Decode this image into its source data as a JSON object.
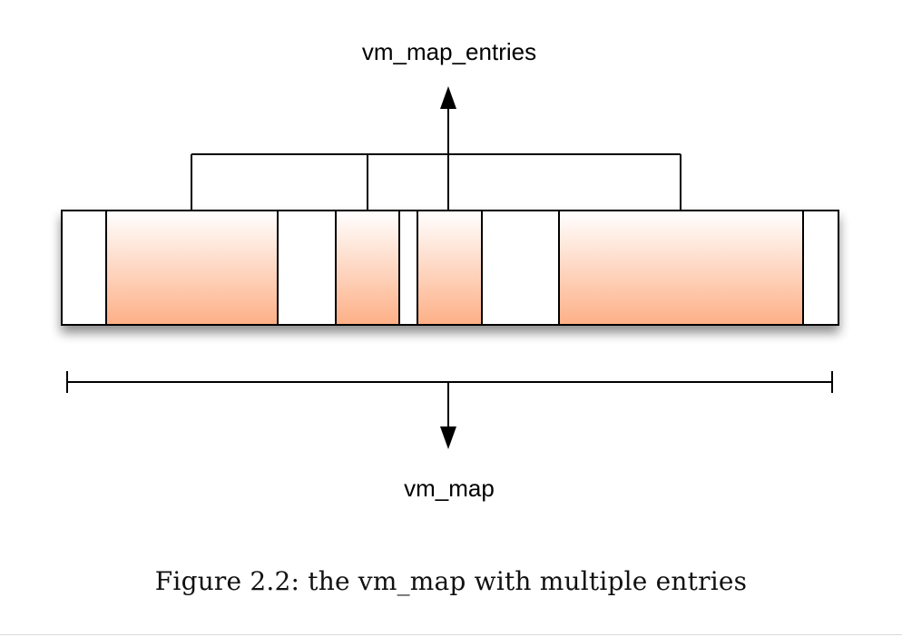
{
  "diagram": {
    "top_label": "vm_map_entries",
    "bottom_label": "vm_map",
    "caption": "Figure 2.2: the vm_map with multiple entries",
    "colors": {
      "entry_fill_top": "#ffffff",
      "entry_fill_bottom": "#fdb087",
      "stroke": "#000000",
      "background": "#ffffff"
    },
    "memory_map": {
      "segments": [
        {
          "type": "free"
        },
        {
          "type": "entry"
        },
        {
          "type": "free"
        },
        {
          "type": "entry"
        },
        {
          "type": "free"
        },
        {
          "type": "entry"
        },
        {
          "type": "free"
        },
        {
          "type": "entry"
        },
        {
          "type": "free"
        }
      ]
    }
  }
}
